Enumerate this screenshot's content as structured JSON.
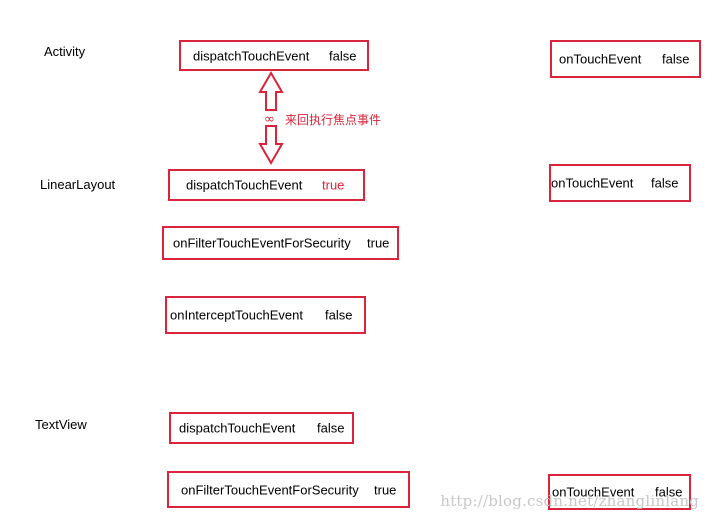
{
  "rows": {
    "activity": {
      "label": "Activity",
      "dispatch": {
        "method": "dispatchTouchEvent",
        "value": "false"
      },
      "on_touch": {
        "method": "onTouchEvent",
        "value": "false"
      }
    },
    "linear_layout": {
      "label": "LinearLayout",
      "dispatch": {
        "method": "dispatchTouchEvent",
        "value": "true"
      },
      "filter": {
        "method": "onFilterTouchEventForSecurity",
        "value": "true"
      },
      "intercept": {
        "method": "onInterceptTouchEvent",
        "value": "false"
      },
      "on_touch": {
        "method": "onTouchEvent",
        "value": "false"
      }
    },
    "text_view": {
      "label": "TextView",
      "dispatch": {
        "method": "dispatchTouchEvent",
        "value": "false"
      },
      "filter": {
        "method": "onFilterTouchEventForSecurity",
        "value": "true"
      },
      "on_touch": {
        "method": "onTouchEvent",
        "value": "false"
      }
    }
  },
  "annotation": {
    "symbol": "∞",
    "text": "来回执行焦点事件"
  },
  "watermark": "http://blog.csdn.net/zhanglinlang",
  "colors": {
    "box_border": "#d9243b",
    "highlight_text": "#d9243b",
    "watermark": "#c8c8c8"
  }
}
